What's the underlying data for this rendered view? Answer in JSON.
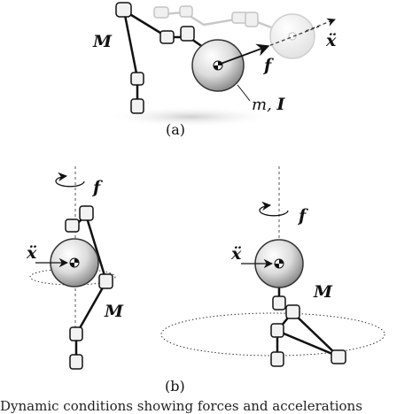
{
  "panel_a": {
    "label_M": "M",
    "label_f": "f",
    "label_xdd": "ẍ",
    "label_mI_m": "m, ",
    "label_mI_I": "I",
    "caption": "(a)"
  },
  "panel_b": {
    "left_label_f": "f",
    "left_label_xdd": "ẍ",
    "left_label_M": "M",
    "right_label_f": "f",
    "right_label_xdd": "ẍ",
    "right_label_M": "M",
    "caption": "(b)"
  },
  "footer_text": "Dynamic conditions showing forces and accelerations"
}
